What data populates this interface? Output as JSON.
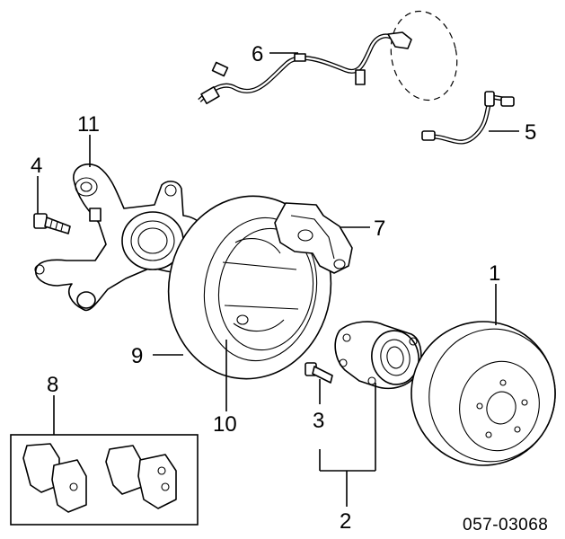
{
  "callouts": {
    "c1": "1",
    "c2": "2",
    "c3": "3",
    "c4": "4",
    "c5": "5",
    "c6": "6",
    "c7": "7",
    "c8": "8",
    "c9": "9",
    "c10": "10",
    "c11": "11"
  },
  "diagram_code": "057-03068"
}
